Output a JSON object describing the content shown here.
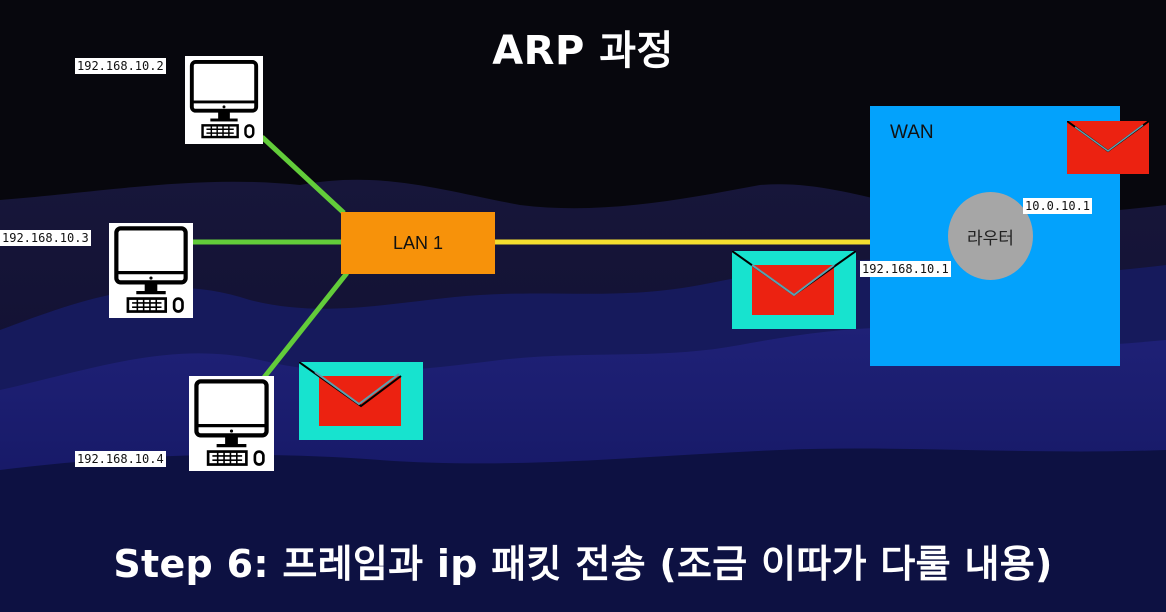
{
  "title": "ARP 과정",
  "step_caption": "Step 6: 프레임과 ip 패킷 전송 (조금 이따가 다룰 내용)",
  "hosts": [
    {
      "ip": "192.168.10.2"
    },
    {
      "ip": "192.168.10.3"
    },
    {
      "ip": "192.168.10.4"
    }
  ],
  "lan": {
    "label": "LAN 1"
  },
  "wan": {
    "label": "WAN"
  },
  "router": {
    "label": "라우터",
    "lan_ip": "192.168.10.1",
    "wan_ip": "10.0.10.1"
  },
  "colors": {
    "lan_box": "#f7920a",
    "wan_box": "#03a2fc",
    "router": "#a6a6a6",
    "host_link": "#62cc3a",
    "uplink": "#f4de2f",
    "envelope": "#ec2211",
    "envelope_border": "#17e3cf"
  },
  "icons": [
    "computer-icon",
    "envelope-icon"
  ]
}
